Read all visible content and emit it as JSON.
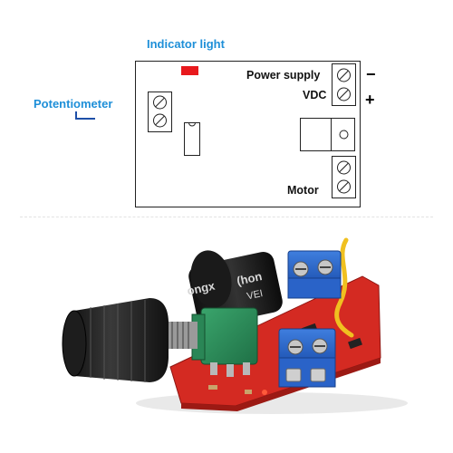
{
  "diagram": {
    "indicator_label": "Indicator light",
    "potentiometer_label": "Potentiometer",
    "power_supply_label": "Power supply",
    "vdc_label": "VDC",
    "minus_sign": "−",
    "plus_sign": "+",
    "motor_label": "Motor"
  },
  "photo": {
    "capacitor_text_1": "ongx",
    "capacitor_text_2": "(hon",
    "capacitor_text_3": "VEI"
  },
  "colors": {
    "callout_blue": "#1e8fd8",
    "indicator_red": "#e8191d",
    "pcb_red": "#d42a22",
    "terminal_blue": "#1f5fc4",
    "pot_green": "#2f8f5c"
  }
}
